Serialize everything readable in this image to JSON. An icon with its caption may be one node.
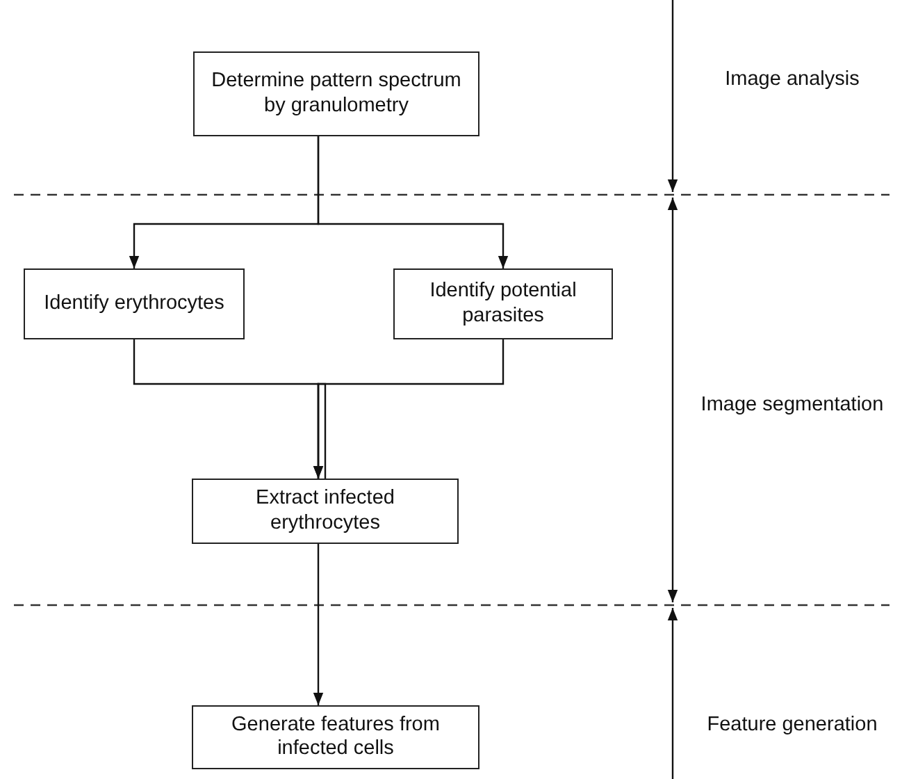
{
  "diagram": {
    "nodes": [
      {
        "text": [
          "Determine pattern spectrum by granulometry"
        ]
      },
      {
        "text": [
          "Identify erythrocytes"
        ]
      },
      {
        "text": [
          "Identify potential parasites"
        ]
      },
      {
        "text": [
          "Extract infected erythrocytes"
        ]
      },
      {
        "text": [
          "Generate features from infected cells"
        ]
      }
    ],
    "edges": [
      {
        "from": 0,
        "to": 1,
        "arrow": "to"
      },
      {
        "from": 0,
        "to": 2,
        "arrow": "to"
      },
      {
        "from": 1,
        "to": 3,
        "arrow": "to"
      },
      {
        "from": 2,
        "to": 3,
        "arrow": "to"
      },
      {
        "from": 3,
        "to": 4,
        "arrow": "to"
      }
    ],
    "labels": [
      "Image analysis",
      "Image segmentation",
      "Feature generation"
    ]
  }
}
